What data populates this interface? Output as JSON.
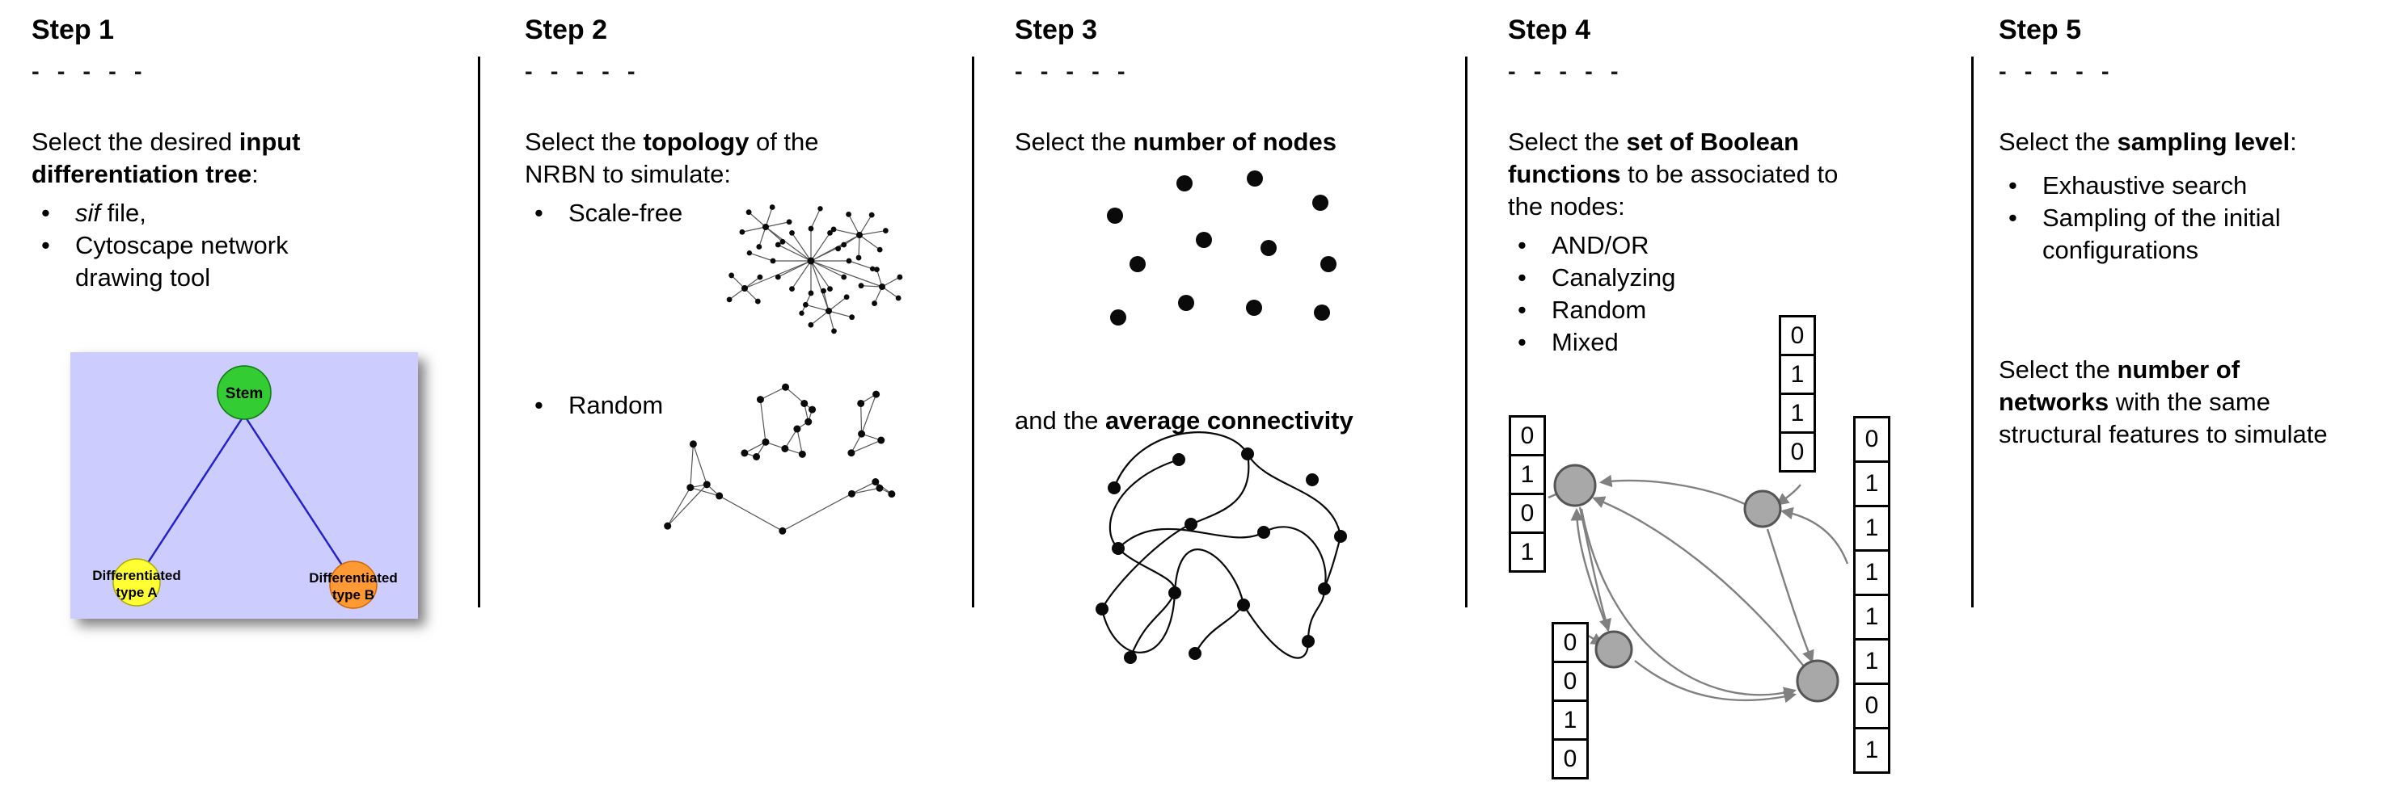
{
  "bullet_char": "•",
  "dashes": "- - - - -",
  "colors": {
    "tree_background": "#ccccff",
    "stem_node": "#33cc33",
    "type_a_node": "#ffff33",
    "type_b_node": "#ff9933",
    "tree_edge": "#2222cc",
    "network_node": "#a8a8a8",
    "arrow": "#808080",
    "dot": "#0a0a0a"
  },
  "steps": [
    {
      "title": "Step 1",
      "intro": [
        "Select the desired ",
        "input differentiation tree",
        ":"
      ],
      "bullet_sif_italic": "sif",
      "bullet_sif_rest": " file,",
      "bullet_cytoscape": "Cytoscape network drawing tool",
      "tree": {
        "stem": "Stem",
        "a_line1": "Differentiated",
        "a_line2": "type A",
        "b_line1": "Differentiated",
        "b_line2": "type B"
      }
    },
    {
      "title": "Step 2",
      "intro": [
        "Select the ",
        "topology",
        " of the NRBN to simulate:"
      ],
      "bullets": [
        "Scale-free",
        "Random"
      ]
    },
    {
      "title": "Step 3",
      "intro": [
        "Select the ",
        "number of nodes"
      ],
      "second": [
        "and the ",
        "average connectivity"
      ]
    },
    {
      "title": "Step 4",
      "intro": [
        "Select the ",
        "set of Boolean functions",
        " to be associated to the nodes:"
      ],
      "bullets": [
        "AND/OR",
        "Canalyzing",
        "Random",
        "Mixed"
      ],
      "tables": {
        "left": [
          "0",
          "1",
          "0",
          "1"
        ],
        "top": [
          "0",
          "1",
          "1",
          "0"
        ],
        "bottom": [
          "0",
          "0",
          "1",
          "0"
        ],
        "right": [
          "0",
          "1",
          "1",
          "1",
          "1",
          "1",
          "0",
          "1"
        ]
      }
    },
    {
      "title": "Step 5",
      "intro": [
        "Select the ",
        "sampling level",
        ":"
      ],
      "bullets": [
        "Exhaustive search",
        "Sampling of the initial configurations"
      ],
      "second": [
        "Select the ",
        "number of networks",
        " with the same structural features to simulate"
      ]
    }
  ]
}
